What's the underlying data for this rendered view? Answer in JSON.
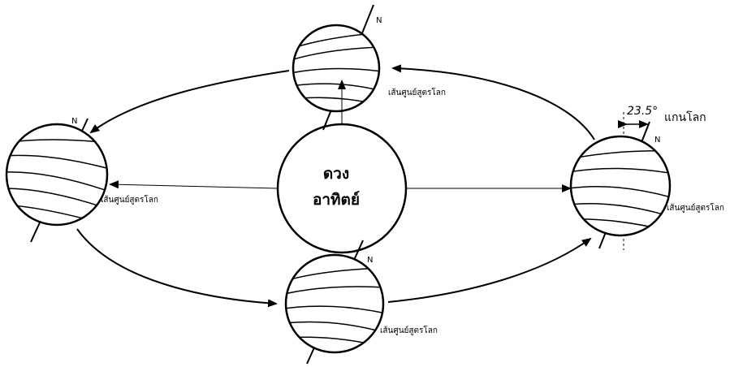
{
  "sun": {
    "line1": "ดวง",
    "line2": "อาทิตย์"
  },
  "earths": [
    {
      "id": "top",
      "equator_label": "เส้นศูนย์สูตรโลก",
      "north_label": "N"
    },
    {
      "id": "left",
      "equator_label": "เส้นศูนย์สูตรโลก",
      "north_label": "N"
    },
    {
      "id": "bottom",
      "equator_label": "เส้นศูนย์สูตรโลก",
      "north_label": "N"
    },
    {
      "id": "right",
      "equator_label": "เส้นศูนย์สูตรโลก",
      "north_label": "N"
    }
  ],
  "tilt": {
    "angle_label": "23.5°",
    "axis_label": "แกนโลก"
  },
  "colors": {
    "stroke": "#000000",
    "background": "#ffffff"
  }
}
